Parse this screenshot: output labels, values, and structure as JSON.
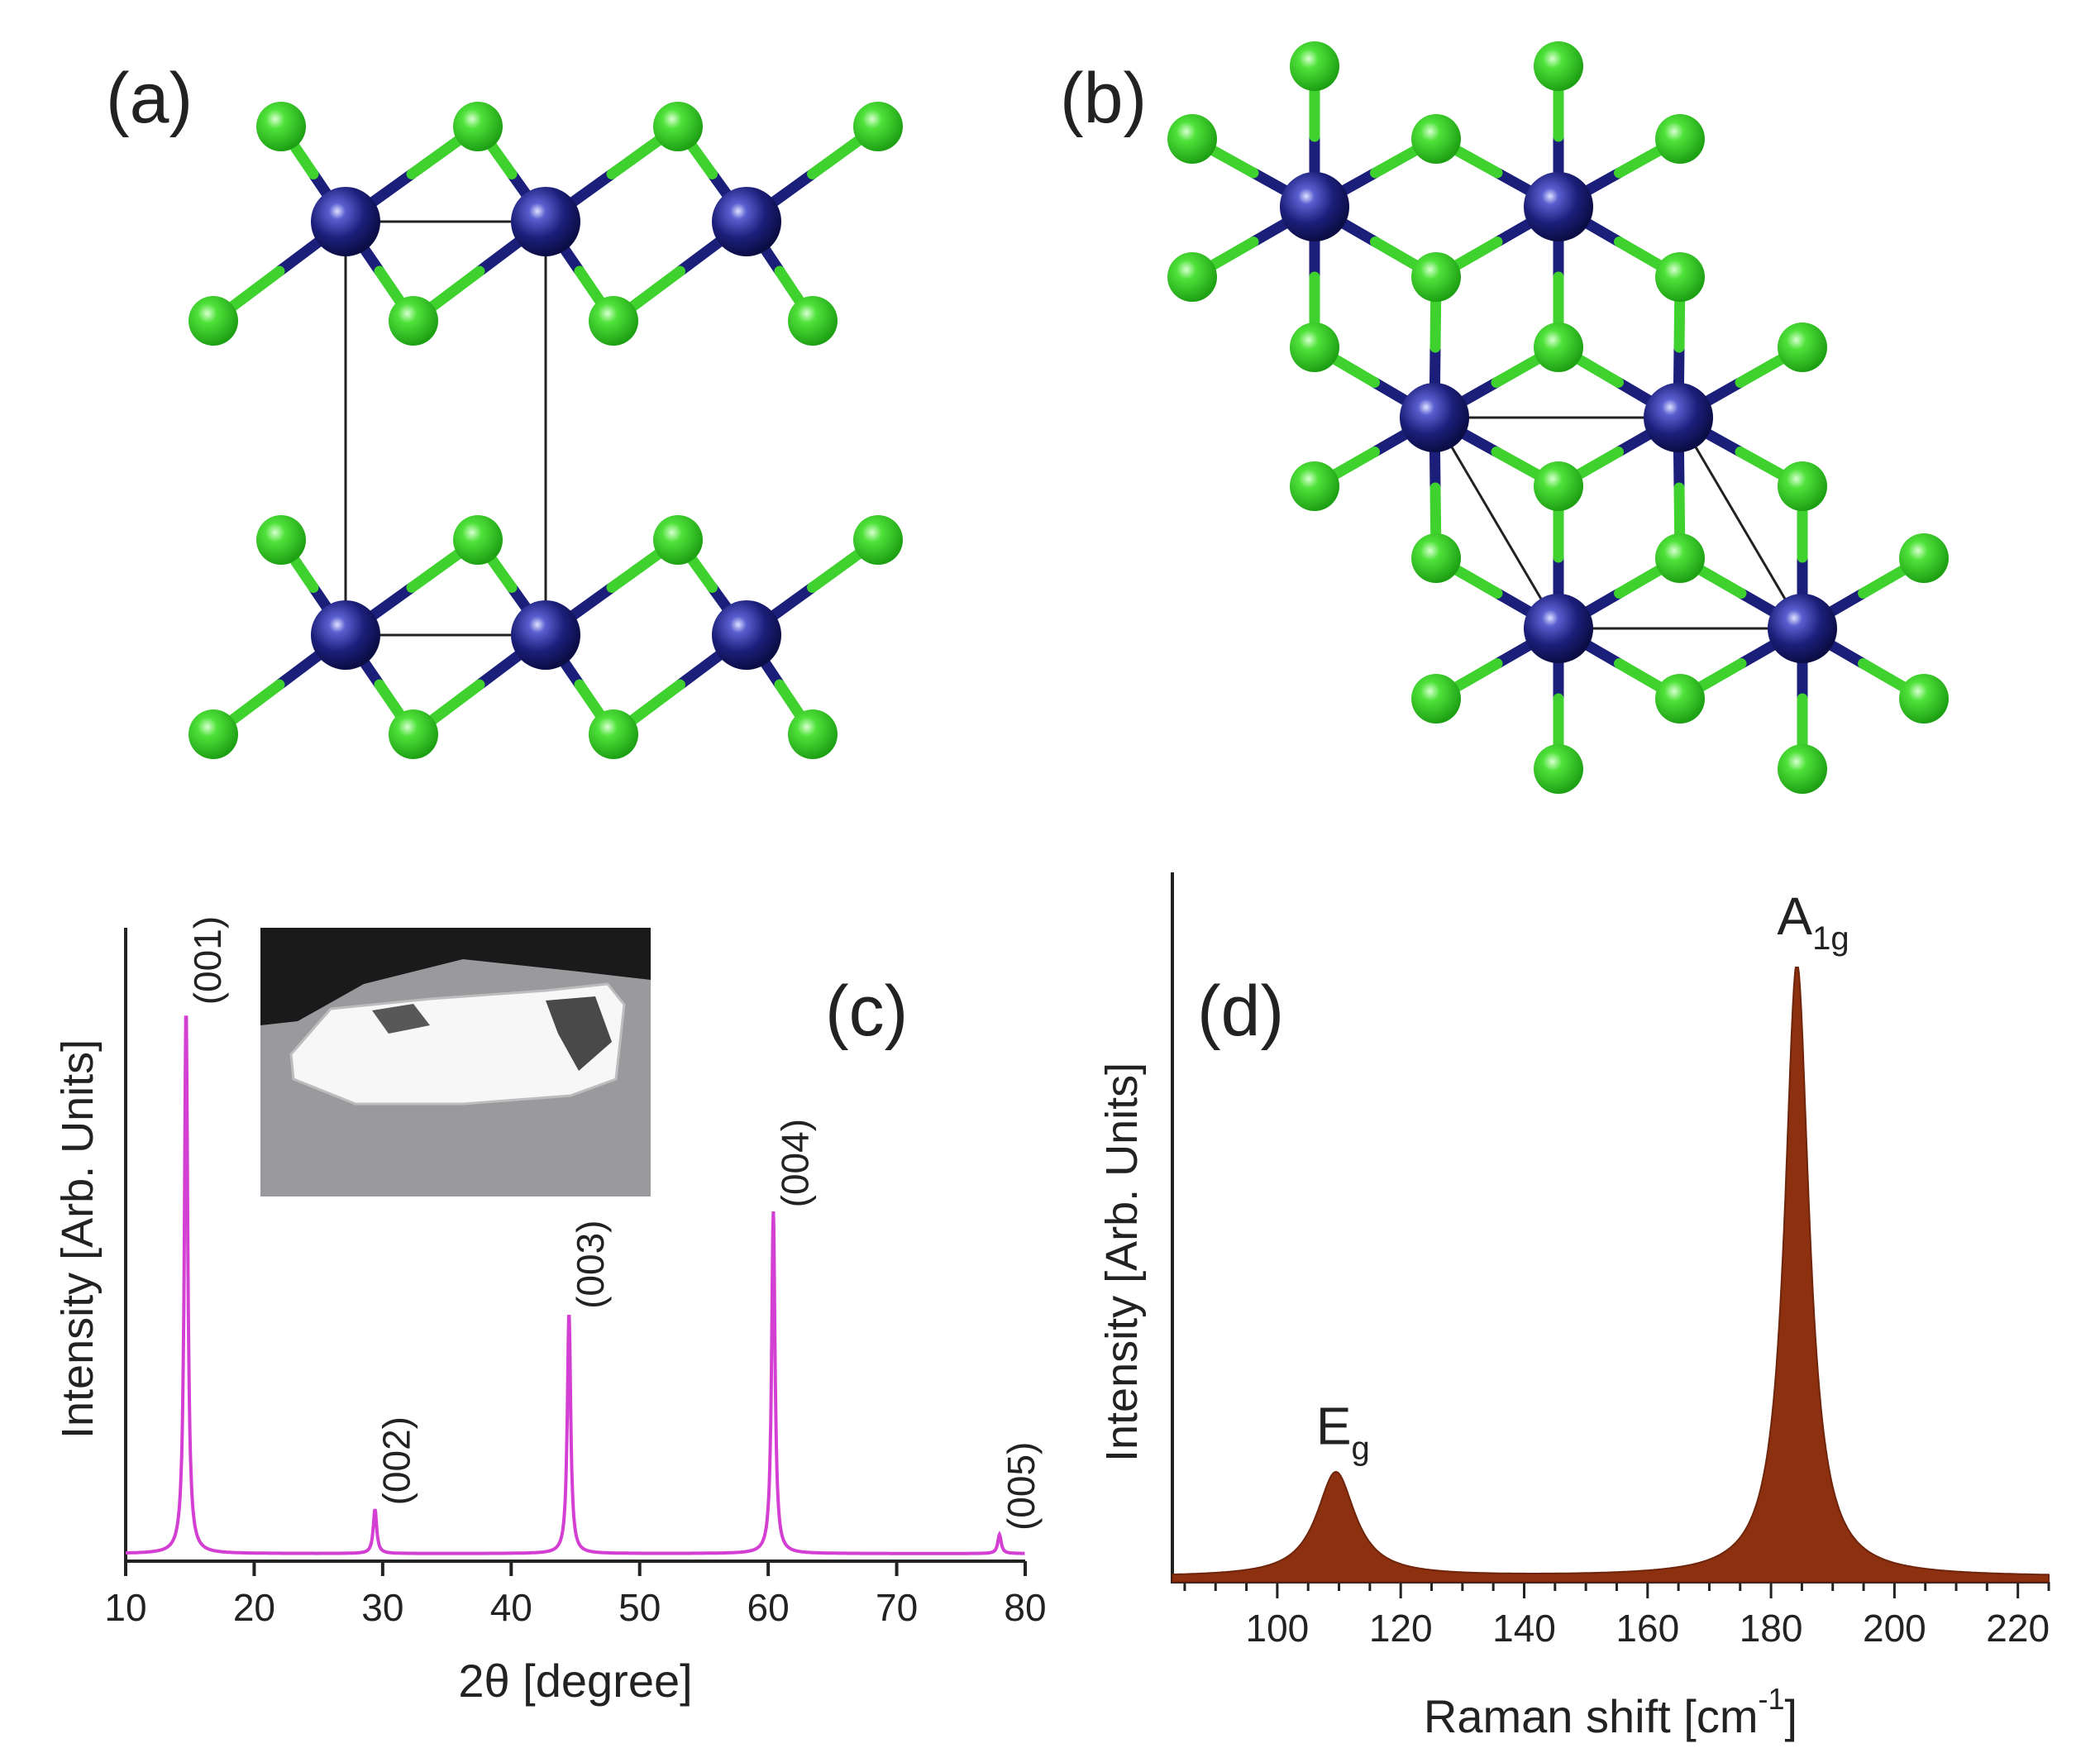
{
  "panels": {
    "a": "(a)",
    "b": "(b)",
    "c": "(c)",
    "d": "(d)"
  },
  "colors": {
    "metal_atom": "#1c1f7a",
    "halogen_atom": "#3fd12e",
    "xrd_line": "#d33fd3",
    "raman_fill": "#8c300f",
    "axis": "#222222"
  },
  "chart_data": [
    {
      "type": "line",
      "panel": "(c)",
      "xlabel": "2θ [degree]",
      "ylabel": "Intensity [Arb. Units]",
      "xlim": [
        10,
        80
      ],
      "ylim": [
        0,
        100
      ],
      "xticks": [
        10,
        20,
        30,
        40,
        50,
        60,
        70,
        80
      ],
      "peaks": [
        {
          "label": "(001)",
          "x": 14.7,
          "y": 86
        },
        {
          "label": "(002)",
          "x": 29.4,
          "y": 7
        },
        {
          "label": "(003)",
          "x": 44.5,
          "y": 38
        },
        {
          "label": "(004)",
          "x": 60.4,
          "y": 54
        },
        {
          "label": "(005)",
          "x": 78.0,
          "y": 3
        }
      ],
      "baseline": 1.2,
      "inset": "crystal photograph"
    },
    {
      "type": "area",
      "panel": "(d)",
      "xlabel": "Raman shift [cm",
      "xlabel_sup": "-1",
      "xlabel_end": "]",
      "ylabel": "Intensity [Arb. Units]",
      "xlim": [
        83,
        225
      ],
      "ylim": [
        0,
        100
      ],
      "xticks": [
        100,
        120,
        140,
        160,
        180,
        200,
        220
      ],
      "modes": [
        {
          "label": "E",
          "sub": "g",
          "x": 109.5,
          "y": 17,
          "width": 3.8
        },
        {
          "label": "A",
          "sub": "1g",
          "x": 184.2,
          "y": 100,
          "width": 2.4
        }
      ],
      "baseline": 0.8
    }
  ]
}
